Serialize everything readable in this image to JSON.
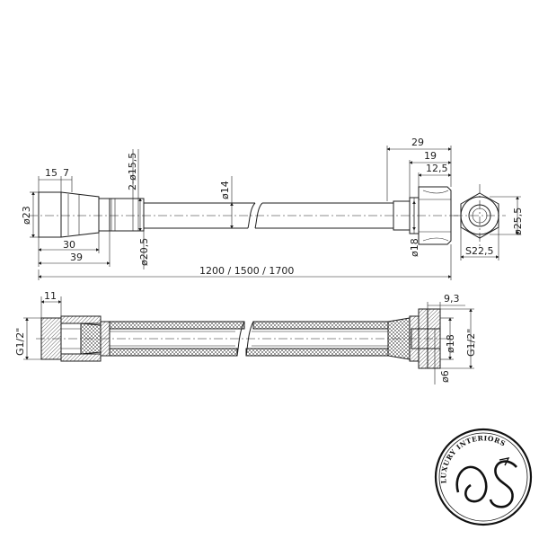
{
  "dimensions": {
    "d23": "ø23",
    "d15": "15",
    "d7": "7",
    "d30": "30",
    "d39": "39",
    "d2_15_5": "2-ø15,5",
    "d20_5": "ø20,5",
    "d14": "ø14",
    "length": "1200 / 1500 / 1700",
    "d29": "29",
    "d19": "19",
    "d12_5": "12,5",
    "d18_top": "ø18",
    "d25_5": "ø25,5",
    "s22_5": "S22,5",
    "d11": "11",
    "g_left": "G1/2\"",
    "d9_3": "9,3",
    "d18_bottom": "ø18",
    "g_right": "G1/2\"",
    "d6": "ø6"
  },
  "logo": {
    "text": "LUXURY INTERIORS"
  }
}
